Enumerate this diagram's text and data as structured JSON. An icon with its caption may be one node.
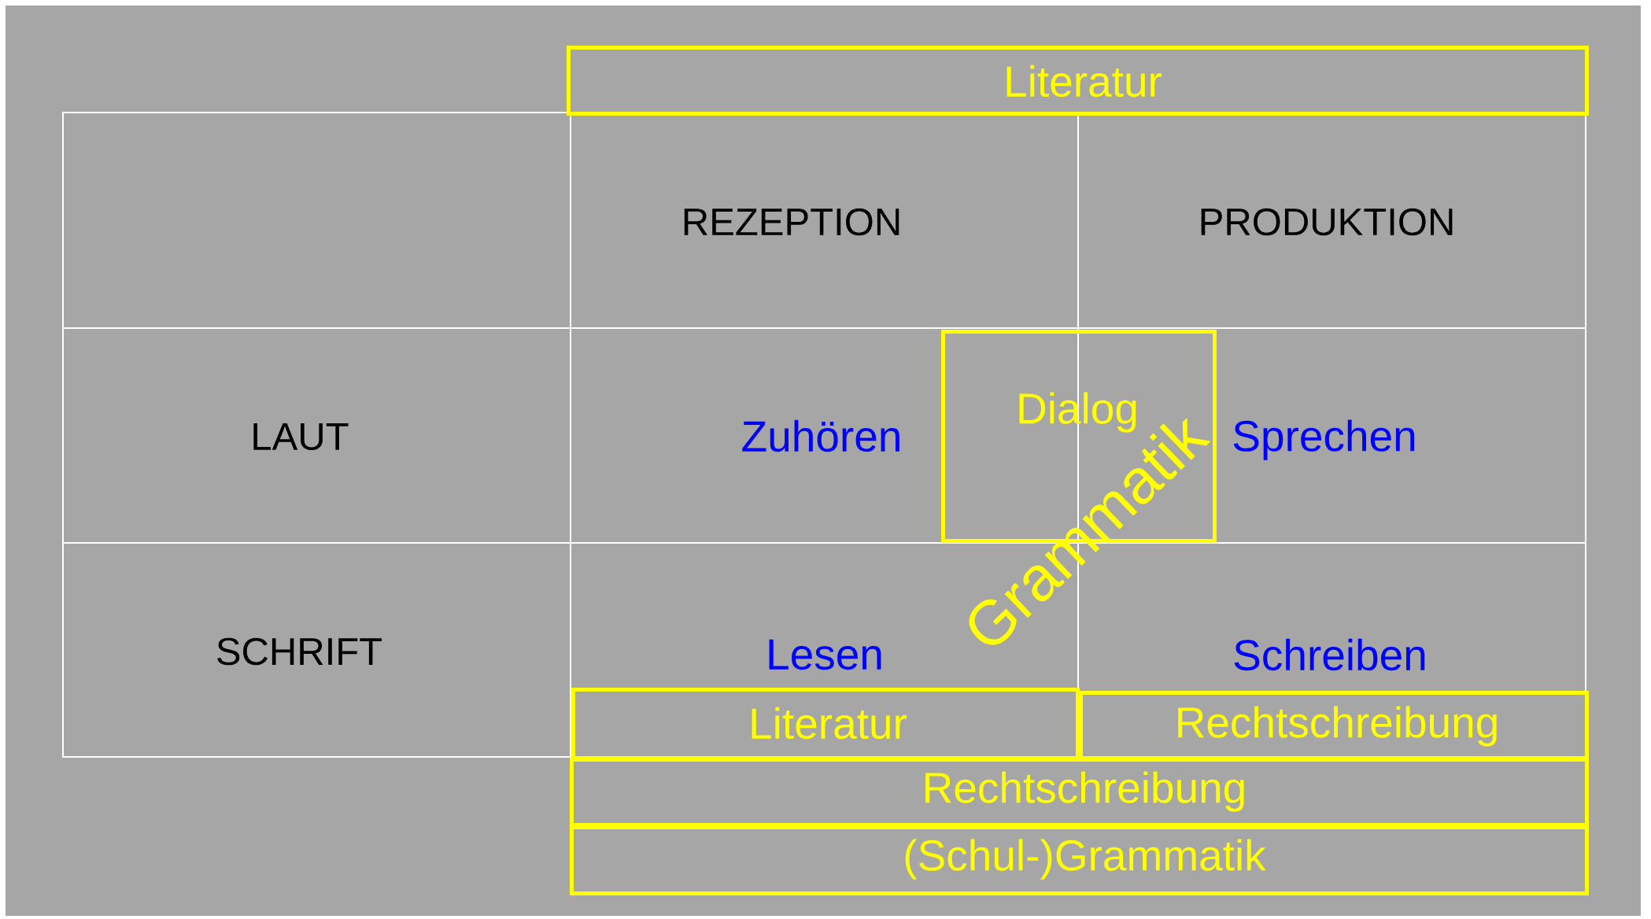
{
  "diagram": {
    "nodes": [
      {
        "text": [
          "Literatur"
        ]
      },
      {
        "text": [],
        "shape": "box"
      },
      {
        "text": [
          "REZEPTION"
        ]
      },
      {
        "text": [
          "PRODUKTION"
        ]
      },
      {
        "text": [
          "LAUT"
        ]
      },
      {
        "text": [
          "Zuhören"
        ]
      },
      {
        "text": [
          "Dialog"
        ]
      },
      {
        "text": [
          "Sprechen"
        ]
      },
      {
        "text": [
          "SCHRIFT"
        ]
      },
      {
        "text": [
          "Lesen"
        ]
      },
      {
        "text": [
          "Schreiben"
        ]
      },
      {
        "text": [
          "Literatur"
        ],
        "in": 9
      },
      {
        "text": [
          "Rechtschreibung"
        ],
        "in": 10
      },
      {
        "text": [
          "Rechtschreibung"
        ]
      },
      {
        "text": [
          "(Schul-)Grammatik"
        ]
      }
    ],
    "labels": [
      "Grammatik"
    ]
  }
}
